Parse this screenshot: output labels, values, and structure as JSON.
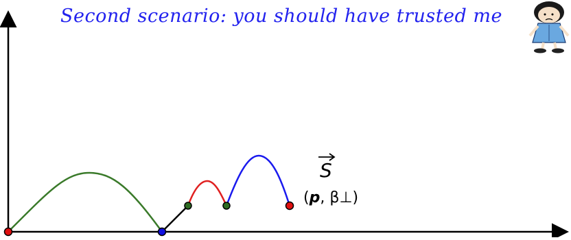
{
  "title": "Second scenario: you should have trusted me",
  "vector_symbol": "S",
  "tuple": {
    "open": "(",
    "p": "p",
    "sep": ", ",
    "rest": "β⊥)"
  },
  "colors": {
    "title": "#2222ee",
    "green_curve": "#3a7a2a",
    "red_curve": "#e02020",
    "blue_curve": "#1a1aee",
    "segment": "#000000",
    "dot_red": "#e01010",
    "dot_blue": "#1010e0",
    "dot_green": "#2e6b22"
  },
  "icons": {
    "character": "cartoon-girl-figure"
  }
}
